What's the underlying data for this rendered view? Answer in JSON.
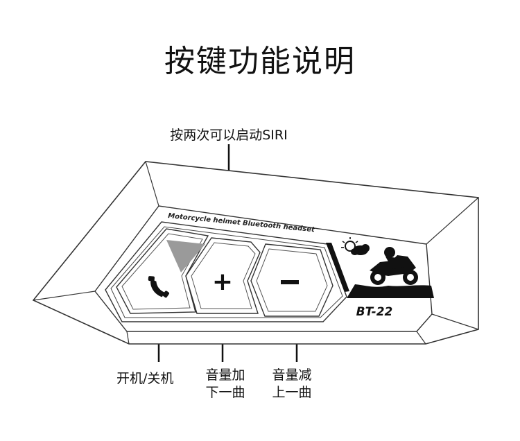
{
  "title": "按键功能说明",
  "callouts": {
    "siri": "按两次可以启动SIRI",
    "power": "开机/关机",
    "vol_up_line1": "音量加",
    "vol_up_line2": "下一曲",
    "vol_down_line1": "音量减",
    "vol_down_line2": "上一曲"
  },
  "device": {
    "brand_text": "Motorcycle helmet Bluetooth headset",
    "model": "BT-22",
    "buttons": [
      {
        "name": "phone",
        "icon": "phone-icon"
      },
      {
        "name": "plus",
        "symbol": "+"
      },
      {
        "name": "minus",
        "symbol": "−"
      }
    ],
    "indicator_color": "#9a9a9a"
  }
}
